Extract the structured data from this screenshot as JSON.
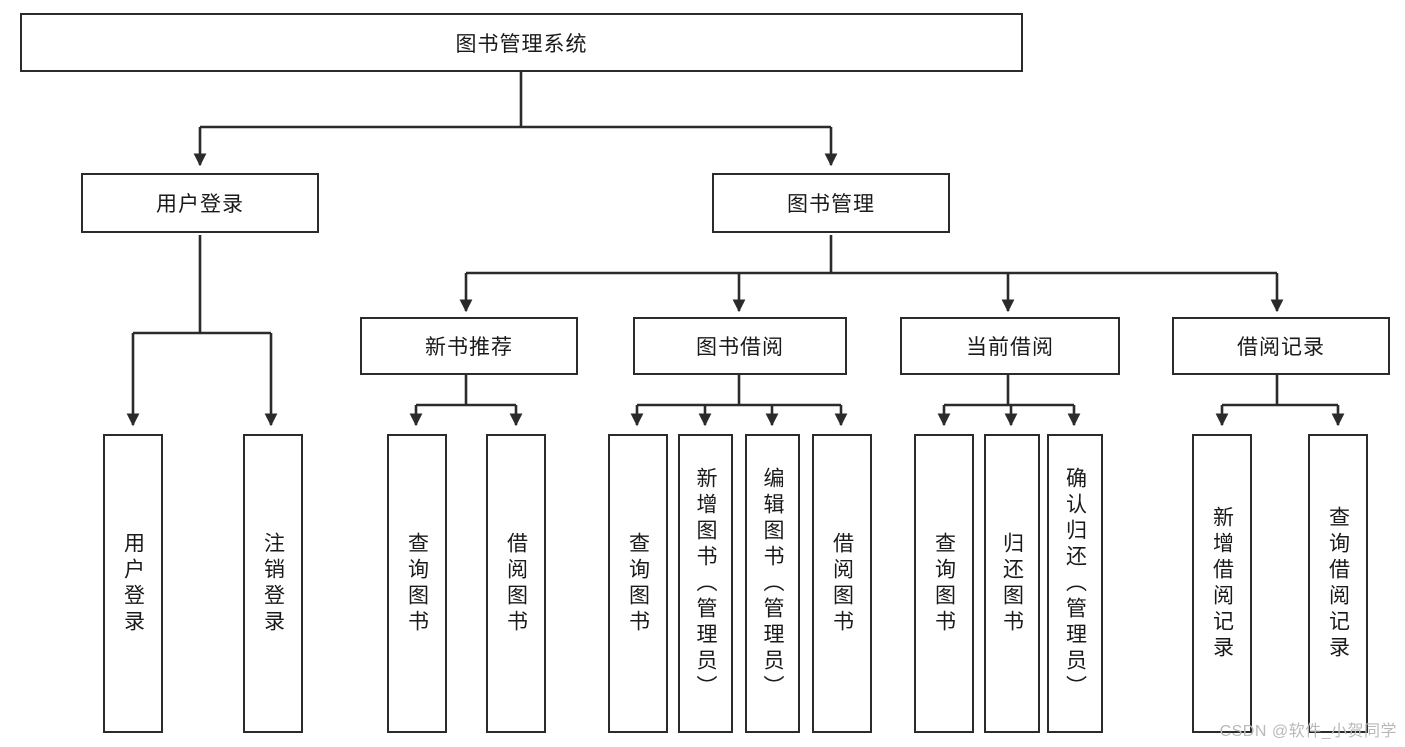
{
  "diagram": {
    "title": "图书管理系统",
    "type": "tree",
    "watermark": "CSDN @软件_小贺同学",
    "colors": {
      "box_border": "#2b2b2b",
      "box_fill": "#ffffff",
      "connector": "#2b2b2b",
      "text": "#1a1a1a",
      "watermark": "#b9b9b9"
    },
    "root": {
      "label": "图书管理系统"
    },
    "level2": [
      {
        "id": "user-login",
        "label": "用户登录"
      },
      {
        "id": "book-manage",
        "label": "图书管理"
      }
    ],
    "level3": [
      {
        "id": "new-book-rec",
        "label": "新书推荐",
        "parent": "book-manage"
      },
      {
        "id": "book-borrow",
        "label": "图书借阅",
        "parent": "book-manage"
      },
      {
        "id": "current-borrow",
        "label": "当前借阅",
        "parent": "book-manage"
      },
      {
        "id": "borrow-record",
        "label": "借阅记录",
        "parent": "book-manage"
      }
    ],
    "leaves": [
      {
        "id": "leaf-user-login",
        "label": "用户登录",
        "parent": "user-login"
      },
      {
        "id": "leaf-logout",
        "label": "注销登录",
        "parent": "user-login"
      },
      {
        "id": "leaf-query-book-1",
        "label": "查询图书",
        "parent": "new-book-rec"
      },
      {
        "id": "leaf-borrow-book-1",
        "label": "借阅图书",
        "parent": "new-book-rec"
      },
      {
        "id": "leaf-query-book-2",
        "label": "查询图书",
        "parent": "book-borrow"
      },
      {
        "id": "leaf-add-book",
        "label": "新增图书（管理员）",
        "parent": "book-borrow"
      },
      {
        "id": "leaf-edit-book",
        "label": "编辑图书（管理员）",
        "parent": "book-borrow"
      },
      {
        "id": "leaf-borrow-book-2",
        "label": "借阅图书",
        "parent": "book-borrow"
      },
      {
        "id": "leaf-query-book-3",
        "label": "查询图书",
        "parent": "current-borrow"
      },
      {
        "id": "leaf-return-book",
        "label": "归还图书",
        "parent": "current-borrow"
      },
      {
        "id": "leaf-confirm-return",
        "label": "确认归还（管理员）",
        "parent": "current-borrow"
      },
      {
        "id": "leaf-add-record",
        "label": "新增借阅记录",
        "parent": "borrow-record"
      },
      {
        "id": "leaf-query-record",
        "label": "查询借阅记录",
        "parent": "borrow-record"
      }
    ]
  }
}
